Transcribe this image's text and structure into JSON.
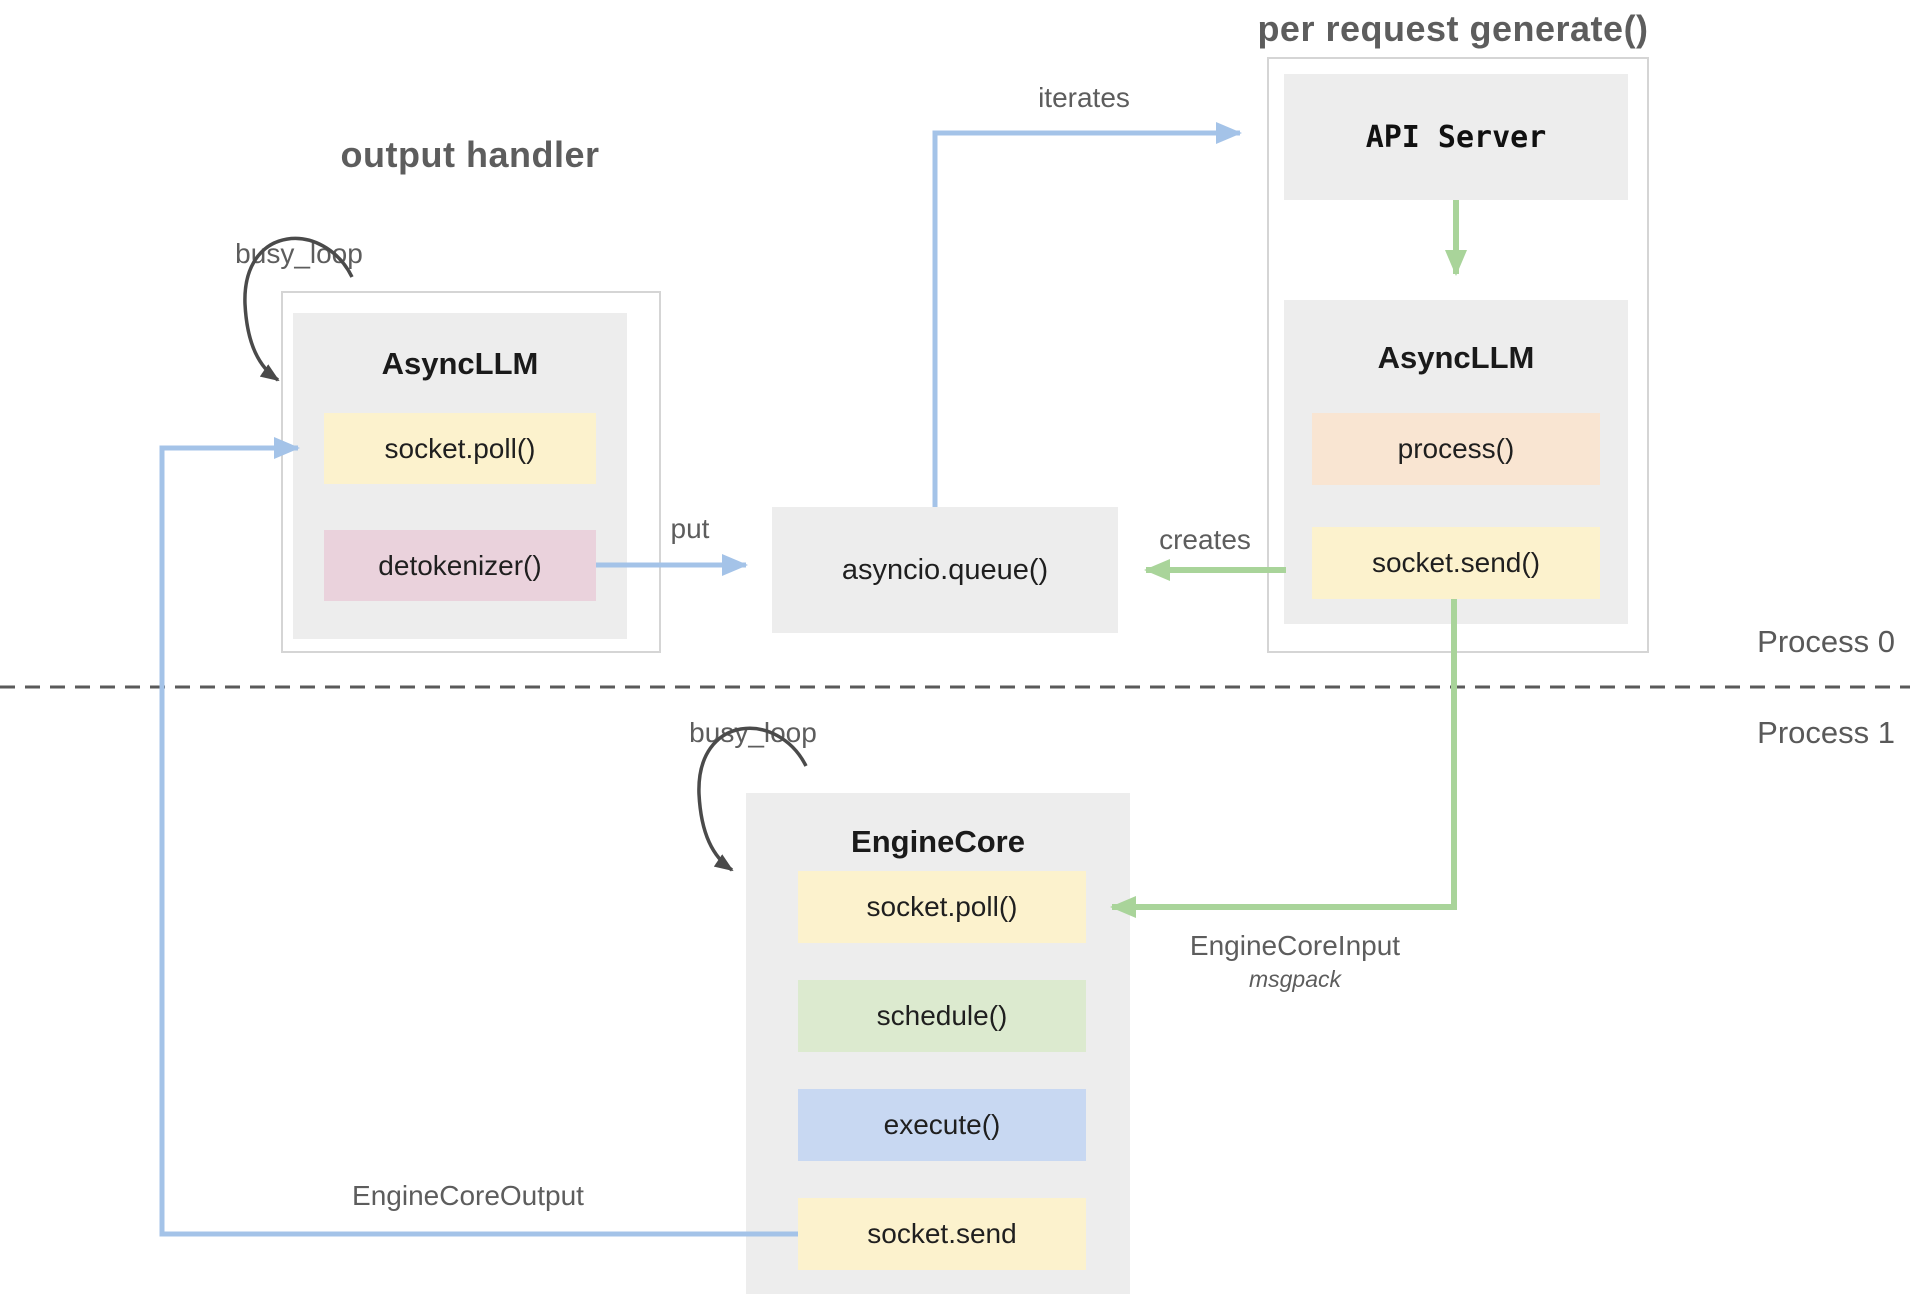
{
  "diagram": {
    "section_titles": {
      "output_handler": "output handler",
      "per_request_generate": "per request generate()"
    },
    "process_boundary": {
      "above_label": "Process 0",
      "below_label": "Process 1"
    },
    "nodes": {
      "output_async_llm": {
        "title": "AsyncLLM",
        "methods": [
          {
            "label": "socket.poll()",
            "color": "#fcf2cd"
          },
          {
            "label": "detokenizer()",
            "color": "#ead2dc"
          }
        ]
      },
      "asyncio_queue": {
        "label": "asyncio.queue()"
      },
      "api_server": {
        "title": "API Server"
      },
      "request_async_llm": {
        "title": "AsyncLLM",
        "methods": [
          {
            "label": "process()",
            "color": "#f9e5d2"
          },
          {
            "label": "socket.send()",
            "color": "#fcf2cd"
          }
        ]
      },
      "engine_core": {
        "title": "EngineCore",
        "methods": [
          {
            "label": "socket.poll()",
            "color": "#fcf2cd"
          },
          {
            "label": "schedule()",
            "color": "#dceacf"
          },
          {
            "label": "execute()",
            "color": "#c8d8f2"
          },
          {
            "label": "socket.send",
            "color": "#fcf2cd"
          }
        ]
      }
    },
    "edge_labels": {
      "busy_loop_left": "busy_loop",
      "busy_loop_right": "busy_loop",
      "iterates": "iterates",
      "put": "put",
      "creates": "creates",
      "engine_core_input": "EngineCoreInput",
      "engine_core_input_format": "msgpack",
      "engine_core_output": "EngineCoreOutput"
    },
    "colors": {
      "node_gray": "#ededed",
      "outer_border": "#d5d5d5",
      "arrow_blue": "#a4c3e8",
      "arrow_green": "#a9d49a",
      "arrow_dark": "#4a4a4a",
      "label_gray": "#5d5d5d",
      "dashed_divider": "#5a5a5a"
    }
  }
}
